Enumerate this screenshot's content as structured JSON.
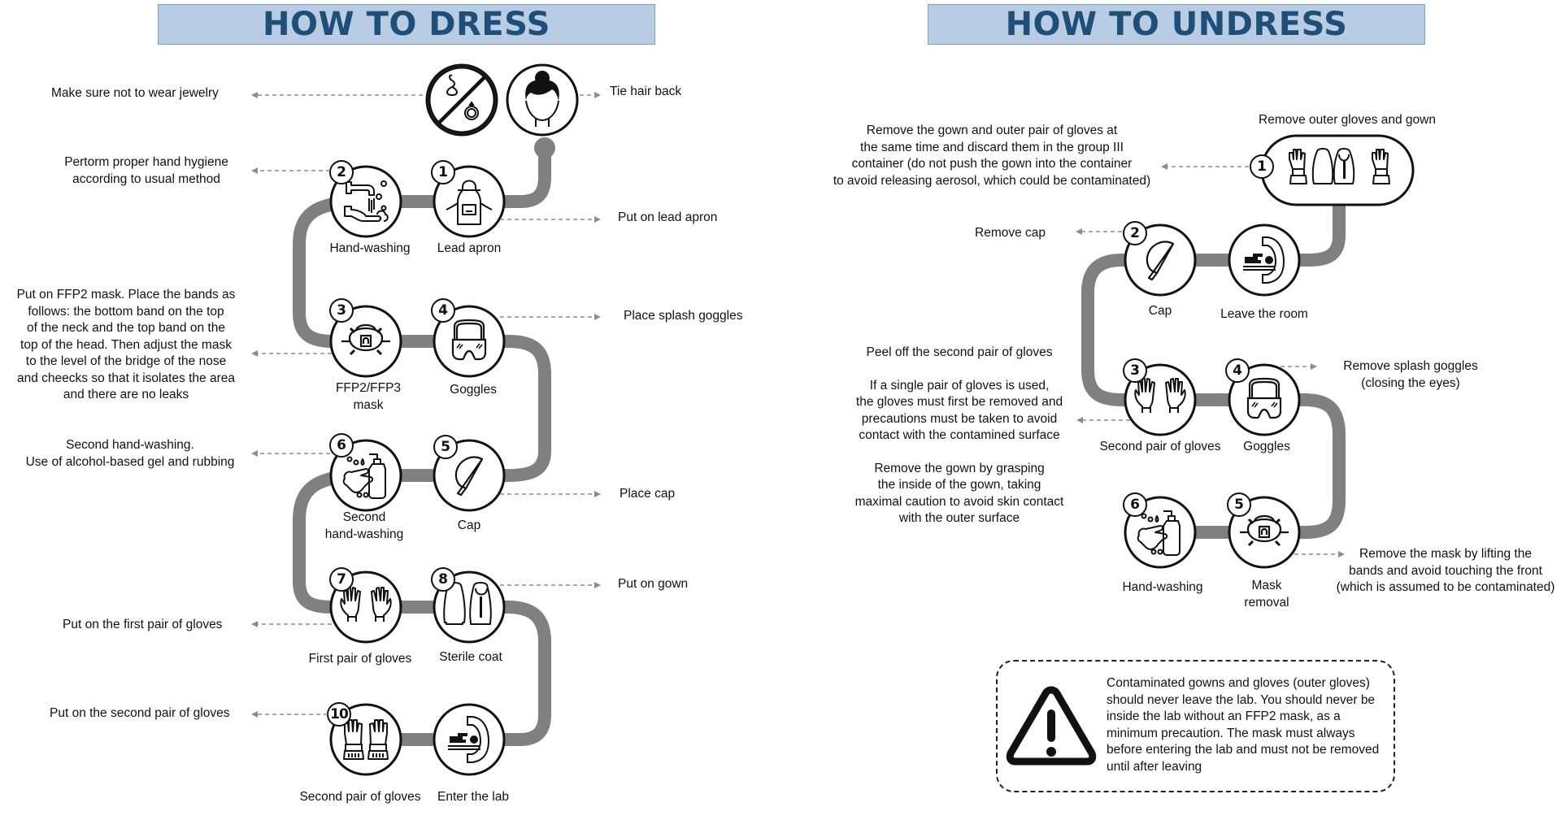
{
  "dress": {
    "title": "HOW TO DRESS",
    "pre_steps": [
      {
        "icon": "no-jewelry-icon",
        "instruction": "Make sure not to wear jewelry"
      },
      {
        "icon": "hair-tied-icon",
        "instruction": "Tie hair back"
      }
    ],
    "steps": [
      {
        "number": "1",
        "label": "Lead apron",
        "icon": "lead-apron-icon",
        "instruction": "Put on lead apron"
      },
      {
        "number": "2",
        "label": "Hand-washing",
        "icon": "hand-washing-icon",
        "instruction_lines": [
          "Pertorm proper hand hygiene",
          "according to usual method"
        ]
      },
      {
        "number": "3",
        "label_lines": [
          "FFP2/FFP3",
          "mask"
        ],
        "icon": "mask-icon",
        "instruction_lines": [
          "Put on FFP2 mask. Place the bands as",
          "follows: the bottom band on the top",
          "of the neck and the top band on the",
          "top of the head. Then adjust the mask",
          "to the level of the bridge of the nose",
          "and cheecks so that it isolates the area",
          "and there are no leaks"
        ]
      },
      {
        "number": "4",
        "label": "Goggles",
        "icon": "goggles-icon",
        "instruction": "Place splash goggles"
      },
      {
        "number": "5",
        "label": "Cap",
        "icon": "cap-icon",
        "instruction": "Place cap"
      },
      {
        "number": "6",
        "label_lines": [
          "Second",
          "hand-washing"
        ],
        "icon": "sanitizer-icon",
        "instruction_lines": [
          "Second hand-washing.",
          "Use of alcohol-based gel and rubbing"
        ]
      },
      {
        "number": "7",
        "label": "First pair of gloves",
        "icon": "gloves-icon",
        "instruction": "Put on the first pair of gloves"
      },
      {
        "number": "8",
        "label": "Sterile coat",
        "icon": "gown-icon",
        "instruction": "Put on gown"
      },
      {
        "number": "",
        "label": "Enter the lab",
        "icon": "scanner-icon"
      },
      {
        "number": "10",
        "label": "Second pair of gloves",
        "icon": "cuffed-gloves-icon",
        "instruction": "Put on the second pair of gloves"
      }
    ]
  },
  "undress": {
    "title": "HOW TO UNDRESS",
    "steps": [
      {
        "number": "1",
        "label": "Remove outer gloves and gown",
        "icon": "gloves-and-gown-icon",
        "instruction_lines": [
          "Remove the gown and outer pair of gloves at",
          "the same time and discard them in the group III",
          "container (do not push the gown into the container",
          "to avoid releasing aerosol, which could be contaminated)"
        ]
      },
      {
        "number": "",
        "label": "Leave the room",
        "icon": "scanner-icon"
      },
      {
        "number": "2",
        "label": "Cap",
        "icon": "cap-icon",
        "instruction": "Remove cap"
      },
      {
        "number": "3",
        "label": "Second pair of gloves",
        "icon": "gloves-icon",
        "instruction_blocks": [
          [
            "Peel off the second pair of gloves"
          ],
          [
            "If a single pair of gloves is used,",
            "the gloves must first be removed and",
            "precautions must be taken to avoid",
            "contact with the contamined surface"
          ],
          [
            "Remove the gown by grasping",
            "the inside of the gown, taking",
            "maximal caution to avoid skin contact",
            "with the outer surface"
          ]
        ]
      },
      {
        "number": "4",
        "label": "Goggles",
        "icon": "goggles-icon",
        "instruction_lines": [
          "Remove splash goggles",
          "(closing the eyes)"
        ]
      },
      {
        "number": "5",
        "label_lines": [
          "Mask",
          "removal"
        ],
        "icon": "mask-icon",
        "instruction_lines": [
          "Remove the mask by lifting the",
          "bands and avoid touching the front",
          "(which is assumed to be contaminated)"
        ]
      },
      {
        "number": "6",
        "label": "Hand-washing",
        "icon": "sanitizer-icon"
      }
    ],
    "warning": {
      "icon": "warning-icon",
      "lines": [
        "Contaminated gowns and gloves (outer gloves)",
        "should never leave the lab. You should never be",
        "inside the lab without an FFP2 mask, as a",
        "minimum precaution. The mask must always",
        "before entering the lab and must not be removed",
        "until after leaving"
      ]
    }
  },
  "colors": {
    "title_fill": "#b8cce4",
    "title_text": "#1f4e79",
    "pipe": "#808080",
    "arrow": "#8c8c8c"
  }
}
